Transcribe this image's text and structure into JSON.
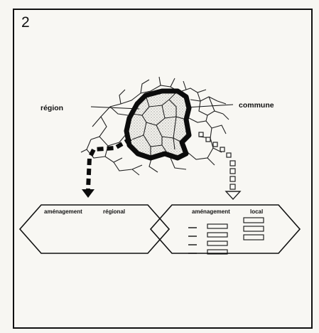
{
  "figure_number": "2",
  "labels": {
    "region": "région",
    "commune": "commune"
  },
  "regional_planning": {
    "word1": "aménagement",
    "word2": "régional"
  },
  "local_planning": {
    "word1": "aménagement",
    "word2": "local"
  }
}
